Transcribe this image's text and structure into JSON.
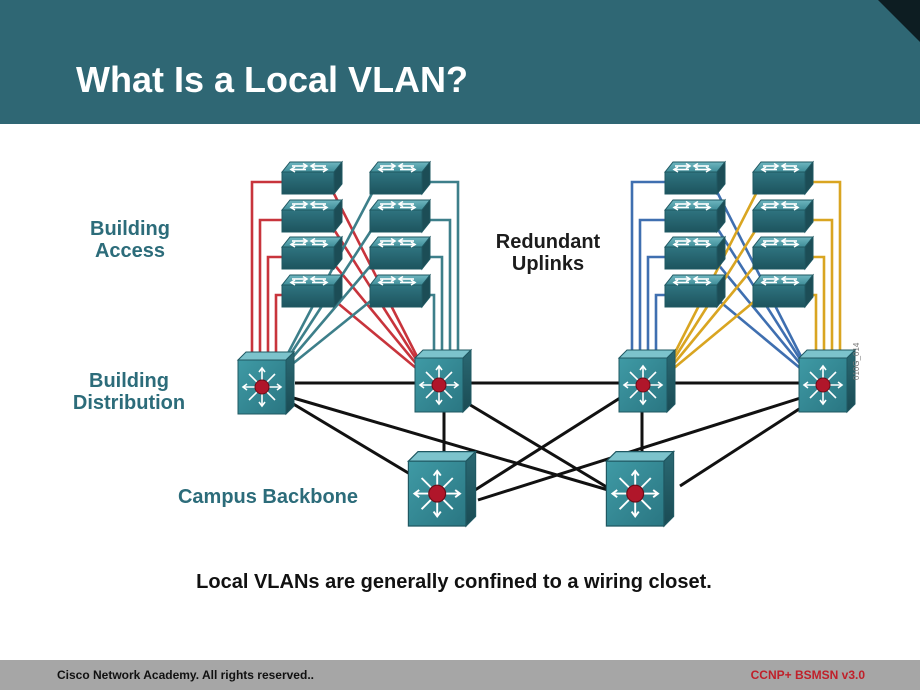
{
  "slide": {
    "title": "What Is a Local VLAN?",
    "caption": "Local VLANs are generally confined to a wiring closet."
  },
  "labels": {
    "building_access_line1": "Building",
    "building_access_line2": "Access",
    "redundant_line1": "Redundant",
    "redundant_line2": "Uplinks",
    "building_distribution_line1": "Building",
    "building_distribution_line2": "Distribution",
    "campus_backbone": "Campus Backbone"
  },
  "figure_id": "010G_014",
  "footer": {
    "left": "Cisco Network Academy. All rights reserved..",
    "right": "CCNP+ BSMSN v3.0"
  },
  "colors": {
    "header": "#2f6774",
    "teal_label": "#2c6c7a",
    "uplink_red": "#c8343c",
    "uplink_teal": "#3d7f8a",
    "uplink_blue": "#3f6fb0",
    "uplink_gold": "#d9a521",
    "backbone_link": "#111111",
    "footer_bar": "#a6a6a6",
    "footer_right_text": "#c0202a"
  },
  "devices": {
    "access_switch_icon": "workgroup-switch-icon",
    "multilayer_switch_icon": "multilayer-switch-icon"
  }
}
